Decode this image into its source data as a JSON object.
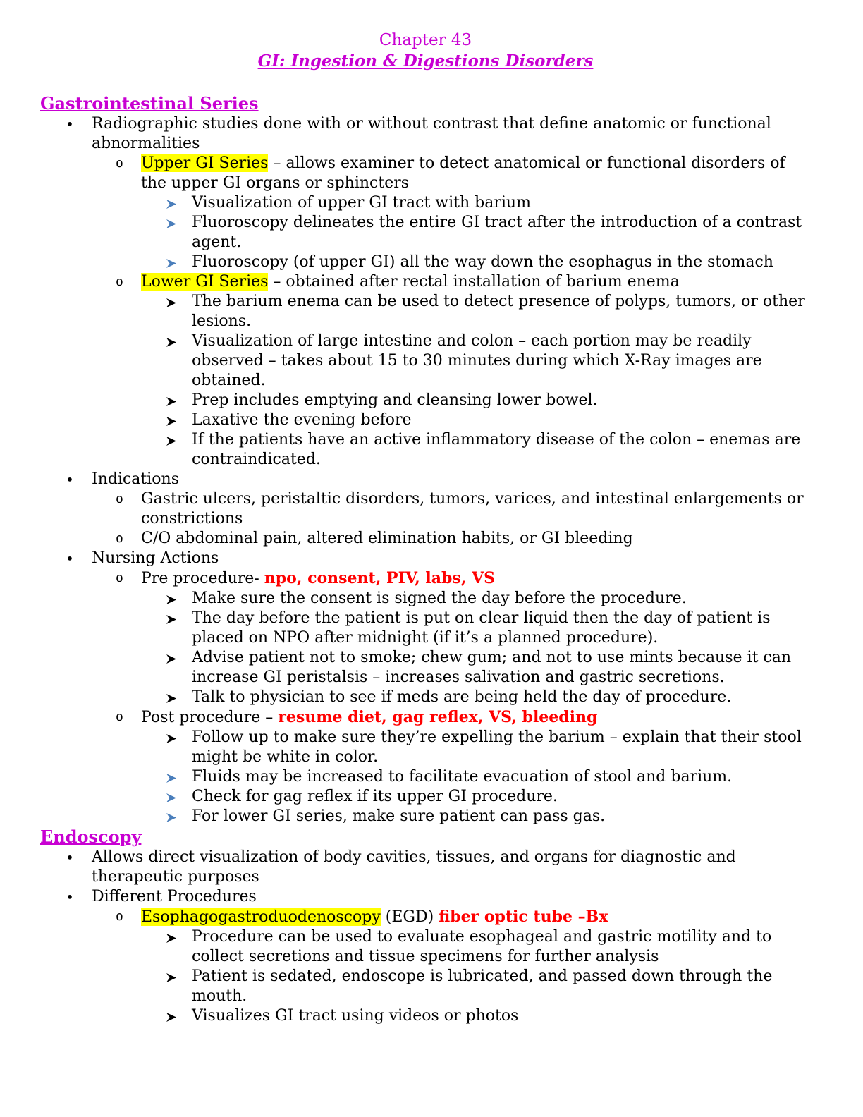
{
  "title": {
    "line1": "Chapter 43",
    "line2": "GI: Ingestion & Digestions Disorders"
  },
  "colors": {
    "heading_magenta": "#c800d2",
    "red_emphasis": "#ff0000",
    "highlight_yellow": "#ffff00",
    "arrow_blue": "#4a7ebb",
    "text_black": "#000000"
  },
  "sections": [
    {
      "heading": "Gastrointestinal Series",
      "items": [
        {
          "level": 1,
          "bullet": "disc",
          "segments": [
            {
              "style": "plain",
              "text": "Radiographic studies done with or without contrast that define anatomic or functional abnormalities"
            }
          ]
        },
        {
          "level": 2,
          "bullet": "circle",
          "segments": [
            {
              "style": "highlight",
              "text": "Upper GI Series"
            },
            {
              "style": "plain",
              "text": " – allows examiner to detect anatomical or functional disorders of the upper GI organs or sphincters"
            }
          ]
        },
        {
          "level": 3,
          "bullet": "arrow",
          "arrow_color": "blue",
          "segments": [
            {
              "style": "plain",
              "text": "Visualization of upper GI tract with barium"
            }
          ]
        },
        {
          "level": 3,
          "bullet": "arrow",
          "arrow_color": "blue",
          "segments": [
            {
              "style": "plain",
              "text": "Fluoroscopy delineates the entire GI tract after the introduction of a contrast agent."
            }
          ]
        },
        {
          "level": 3,
          "bullet": "arrow",
          "arrow_color": "blue",
          "segments": [
            {
              "style": "plain",
              "text": "Fluoroscopy (of upper GI) all the way down the esophagus in the stomach"
            }
          ]
        },
        {
          "level": 2,
          "bullet": "circle",
          "segments": [
            {
              "style": "highlight",
              "text": "Lower GI Series"
            },
            {
              "style": "plain",
              "text": " – obtained after rectal installation of barium enema"
            }
          ]
        },
        {
          "level": 3,
          "bullet": "arrow",
          "arrow_color": "black",
          "segments": [
            {
              "style": "plain",
              "text": "The barium enema can be used to detect presence of polyps, tumors, or other lesions."
            }
          ]
        },
        {
          "level": 3,
          "bullet": "arrow",
          "arrow_color": "black",
          "segments": [
            {
              "style": "plain",
              "text": "Visualization of large intestine and colon – each portion may be readily observed – takes about 15 to 30 minutes during which X-Ray images are obtained."
            }
          ]
        },
        {
          "level": 3,
          "bullet": "arrow",
          "arrow_color": "black",
          "segments": [
            {
              "style": "plain",
              "text": "Prep includes emptying and cleansing lower bowel."
            }
          ]
        },
        {
          "level": 3,
          "bullet": "arrow",
          "arrow_color": "black",
          "segments": [
            {
              "style": "plain",
              "text": "Laxative the evening before"
            }
          ]
        },
        {
          "level": 3,
          "bullet": "arrow",
          "arrow_color": "black",
          "segments": [
            {
              "style": "plain",
              "text": "If the patients have an active inflammatory disease of the colon – enemas are contraindicated."
            }
          ]
        },
        {
          "level": 1,
          "bullet": "disc",
          "segments": [
            {
              "style": "plain",
              "text": "Indications"
            }
          ]
        },
        {
          "level": 2,
          "bullet": "circle",
          "segments": [
            {
              "style": "plain",
              "text": "Gastric ulcers, peristaltic disorders, tumors, varices, and intestinal enlargements or constrictions"
            }
          ]
        },
        {
          "level": 2,
          "bullet": "circle",
          "segments": [
            {
              "style": "plain",
              "text": "C/O abdominal pain, altered elimination habits, or GI bleeding"
            }
          ]
        },
        {
          "level": 1,
          "bullet": "disc",
          "segments": [
            {
              "style": "plain",
              "text": "Nursing Actions"
            }
          ]
        },
        {
          "level": 2,
          "bullet": "circle",
          "segments": [
            {
              "style": "plain",
              "text": "Pre procedure- "
            },
            {
              "style": "redbold",
              "text": "npo, consent, PIV, labs, VS"
            }
          ]
        },
        {
          "level": 3,
          "bullet": "arrow",
          "arrow_color": "black",
          "segments": [
            {
              "style": "plain",
              "text": "Make sure the consent is signed the day before the procedure."
            }
          ]
        },
        {
          "level": 3,
          "bullet": "arrow",
          "arrow_color": "black",
          "segments": [
            {
              "style": "plain",
              "text": "The day before the patient is put on clear liquid then the day of patient is placed on NPO after midnight (if it’s a planned procedure)."
            }
          ]
        },
        {
          "level": 3,
          "bullet": "arrow",
          "arrow_color": "black",
          "segments": [
            {
              "style": "plain",
              "text": "Advise patient not to smoke; chew gum; and not to use mints because it can increase GI peristalsis – increases salivation and gastric secretions."
            }
          ]
        },
        {
          "level": 3,
          "bullet": "arrow",
          "arrow_color": "black",
          "segments": [
            {
              "style": "plain",
              "text": "Talk to physician to see if meds are being held the day of procedure."
            }
          ]
        },
        {
          "level": 2,
          "bullet": "circle",
          "segments": [
            {
              "style": "plain",
              "text": "Post procedure – "
            },
            {
              "style": "redbold",
              "text": "resume diet, gag reflex, VS, bleeding"
            }
          ]
        },
        {
          "level": 3,
          "bullet": "arrow",
          "arrow_color": "black",
          "segments": [
            {
              "style": "plain",
              "text": "Follow up to make sure they’re expelling the barium – explain that their stool might be white in color."
            }
          ]
        },
        {
          "level": 3,
          "bullet": "arrow",
          "arrow_color": "blue",
          "segments": [
            {
              "style": "plain",
              "text": "Fluids may be increased to facilitate evacuation of stool and barium."
            }
          ]
        },
        {
          "level": 3,
          "bullet": "arrow",
          "arrow_color": "blue",
          "segments": [
            {
              "style": "plain",
              "text": "Check for gag reflex if its upper GI procedure."
            }
          ]
        },
        {
          "level": 3,
          "bullet": "arrow",
          "arrow_color": "blue",
          "segments": [
            {
              "style": "plain",
              "text": "For lower GI series, make sure patient can pass gas."
            }
          ]
        }
      ]
    },
    {
      "heading": "Endoscopy",
      "items": [
        {
          "level": 1,
          "bullet": "disc",
          "segments": [
            {
              "style": "plain",
              "text": "Allows direct visualization of body cavities, tissues, and organs for diagnostic and therapeutic purposes"
            }
          ]
        },
        {
          "level": 1,
          "bullet": "disc",
          "segments": [
            {
              "style": "plain",
              "text": "Different Procedures"
            }
          ]
        },
        {
          "level": 2,
          "bullet": "circle",
          "segments": [
            {
              "style": "highlight",
              "text": "Esophagogastroduodenoscopy"
            },
            {
              "style": "plain",
              "text": " (EGD) "
            },
            {
              "style": "redbold",
              "text": "fiber optic tube –Bx"
            }
          ]
        },
        {
          "level": 3,
          "bullet": "arrow",
          "arrow_color": "black",
          "segments": [
            {
              "style": "plain",
              "text": "Procedure can be used to evaluate esophageal and gastric motility and to collect secretions and tissue specimens for further analysis"
            }
          ]
        },
        {
          "level": 3,
          "bullet": "arrow",
          "arrow_color": "black",
          "segments": [
            {
              "style": "plain",
              "text": "Patient is sedated, endoscope is lubricated, and passed down through the mouth."
            }
          ]
        },
        {
          "level": 3,
          "bullet": "arrow",
          "arrow_color": "black",
          "segments": [
            {
              "style": "plain",
              "text": "Visualizes GI tract using videos or photos"
            }
          ]
        }
      ]
    }
  ]
}
